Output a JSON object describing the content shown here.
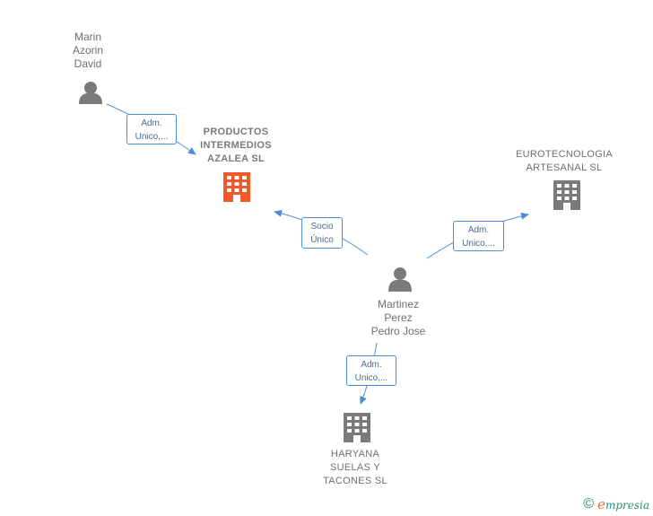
{
  "nodes": {
    "marin": {
      "label": "Marin\nAzorin\nDavid",
      "type": "person"
    },
    "productos": {
      "label": "PRODUCTOS\nINTERMEDIOS\nAZALEA  SL",
      "type": "company-main",
      "color": "#f05a28"
    },
    "eurotecnologia": {
      "label": "EUROTECNOLOGIA\nARTESANAL SL",
      "type": "company",
      "color": "#7a7a7a"
    },
    "martinez": {
      "label": "Martinez\nPerez\nPedro Jose",
      "type": "person"
    },
    "haryana": {
      "label": "HARYANA\nSUELAS Y\nTACONES  SL",
      "type": "company",
      "color": "#7a7a7a"
    }
  },
  "edges": {
    "marin_productos": {
      "label": "Adm.\nUnico,..."
    },
    "martinez_productos": {
      "label": "Socio\nÚnico"
    },
    "martinez_eurotecnologia": {
      "label": "Adm.\nUnico,..."
    },
    "martinez_haryana": {
      "label": "Adm.\nUnico,..."
    }
  },
  "colors": {
    "edge": "#4a90d9",
    "person_icon": "#7a7a7a"
  },
  "footer": {
    "copyright_symbol": "©",
    "brand_initial": "e",
    "brand_rest": "mpresia"
  }
}
